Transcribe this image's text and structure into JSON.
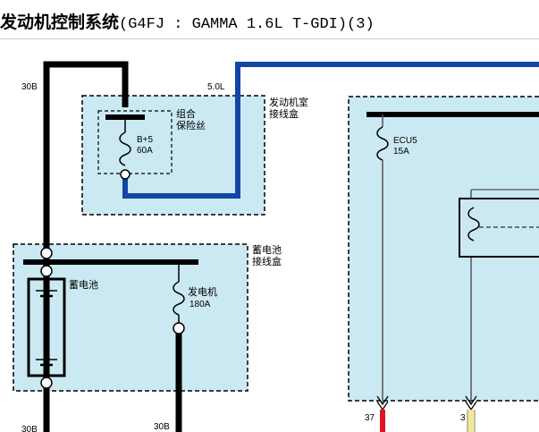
{
  "title": {
    "cn": "发动机控制系统",
    "en": "(G4FJ : GAMMA 1.6L T-GDI)(3)"
  },
  "labels": {
    "wire_30b_top": "30B",
    "wire_5_0l": "5.0L",
    "engine_box_line1": "发动机室",
    "engine_box_line2": "接线盒",
    "combo_fuse_line1": "组合",
    "combo_fuse_line2": "保险丝",
    "fuse_b5_name": "B+5",
    "fuse_b5_rating": "60A",
    "battery_box_line1": "蓄电池",
    "battery_box_line2": "接线盒",
    "battery": "蓄电池",
    "generator_fuse_name": "发电机",
    "generator_fuse_rating": "180A",
    "ecu5_name": "ECU5",
    "ecu5_rating": "15A",
    "wire_30b_bottom_left": "30B",
    "wire_30b_bottom_mid": "30B",
    "pin_37": "37",
    "pin_3": "3"
  },
  "colors": {
    "box_fill": "#cbe9f2",
    "wire_black": "#000000",
    "wire_blue": "#1346a4",
    "wire_red": "#e0141e",
    "wire_thin": "#555555",
    "wire_yellow": "#f3e7a0"
  }
}
